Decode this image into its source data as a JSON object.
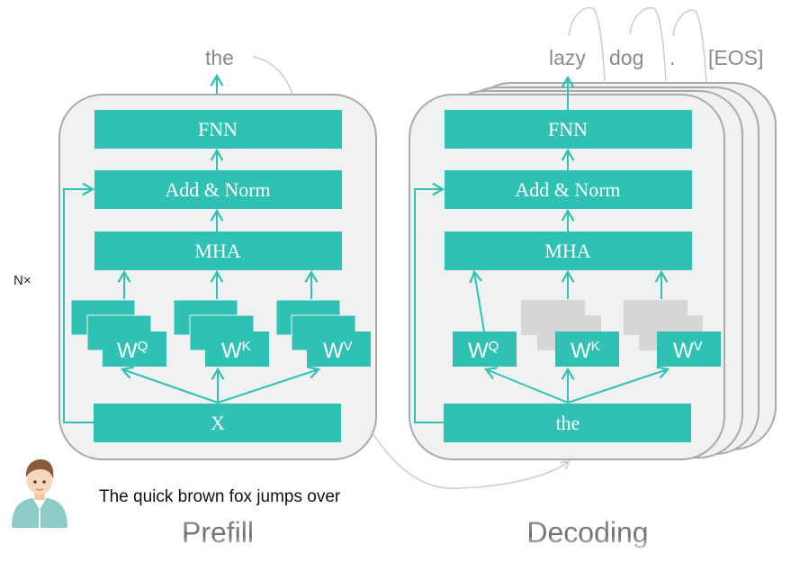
{
  "colors": {
    "teal": "#2fc1b3",
    "panel_fill": "#f1f1f1",
    "panel_stroke": "#a9a9a9",
    "ghost_block": "#d6d6d6",
    "token_text": "#8a8a8a",
    "stage_label": "#7a7a7a"
  },
  "layer_repeat_label": "N×",
  "prefill": {
    "output_token": "the",
    "blocks": {
      "ffn": "FNN",
      "add_norm": "Add & Norm",
      "mha": "MHA",
      "input": "X"
    },
    "weights": [
      {
        "base": "W",
        "sup": "Q"
      },
      {
        "base": "W",
        "sup": "K"
      },
      {
        "base": "W",
        "sup": "V"
      }
    ],
    "stage_label": "Prefill",
    "input_sentence": "The quick brown fox jumps over"
  },
  "decoding": {
    "output_tokens": [
      "lazy",
      "dog",
      ".",
      "[EOS]"
    ],
    "blocks": {
      "ffn": "FNN",
      "add_norm": "Add & Norm",
      "mha": "MHA",
      "input": "the"
    },
    "weights": [
      {
        "base": "W",
        "sup": "Q",
        "cached": false
      },
      {
        "base": "W",
        "sup": "K",
        "cached": true
      },
      {
        "base": "W",
        "sup": "V",
        "cached": true
      }
    ],
    "stage_label": "Decoding"
  },
  "icons": {
    "user": "user-avatar-icon"
  }
}
